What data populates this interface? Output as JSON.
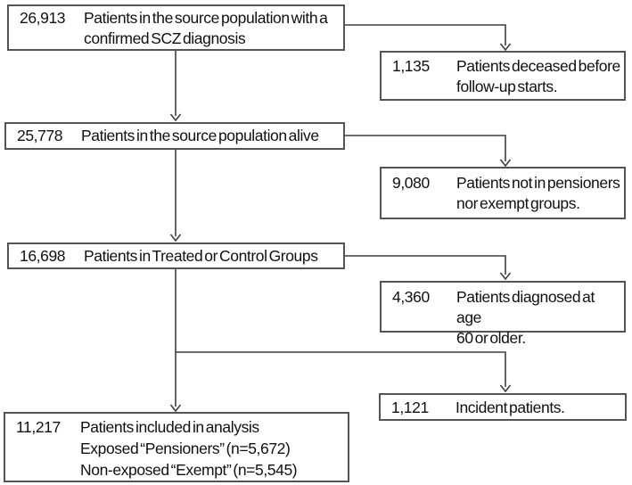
{
  "figure": {
    "type": "flowchart",
    "description": "Patient selection flow diagram for SCZ cohort",
    "colors": {
      "background": "#ffffff",
      "box_border": "#545454",
      "connector": "#3f3f3f",
      "text": "#111111"
    }
  },
  "boxes": {
    "source": {
      "number": "26,913",
      "text": "Patients in the source population with a\nconfirmed SCZ diagnosis"
    },
    "deceased": {
      "number": "1,135",
      "text": "Patients deceased before\nfollow-up starts."
    },
    "alive": {
      "number": "25,778",
      "text": "Patients in the source population alive"
    },
    "notpension": {
      "number": "9,080",
      "text": "Patients not in pensioners\nnor exempt groups."
    },
    "treated": {
      "number": "16,698",
      "text": "Patients in Treated or Control Groups"
    },
    "diagnosed": {
      "number": "4,360",
      "text": "Patients diagnosed at age\n60 or older."
    },
    "incident": {
      "number": "1,121",
      "text": "Incident patients."
    },
    "analysis": {
      "number": "11,217",
      "text": "Patients included in analysis\nExposed “Pensioners” (n=5,672)\nNon-exposed “Exempt” (n=5,545)"
    }
  }
}
